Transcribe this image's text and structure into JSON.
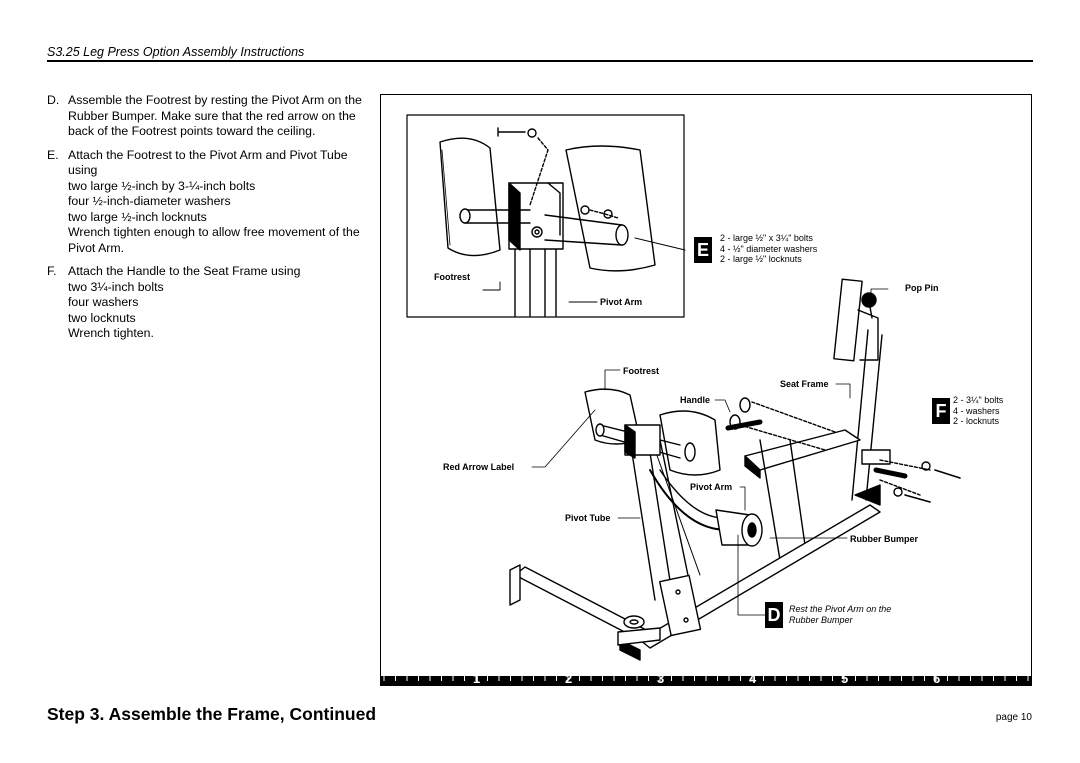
{
  "header": {
    "title": "S3.25 Leg Press Option Assembly Instructions"
  },
  "instructions": {
    "d": {
      "letter": "D.",
      "text": "Assemble the Footrest by resting the Pivot Arm on the Rubber Bumper. Make sure that the red arrow on the back of the Footrest points toward the ceiling."
    },
    "e": {
      "letter": "E.",
      "text": "Attach the Footrest to the Pivot Arm and Pivot Tube using",
      "lines": [
        "two large ½-inch by 3-¼-inch bolts",
        "four ½-inch-diameter washers",
        "two large ½-inch locknuts",
        "Wrench tighten enough to allow free movement of the Pivot Arm."
      ]
    },
    "f": {
      "letter": "F.",
      "text": "Attach the Handle to the Seat Frame using",
      "lines": [
        "two 3¼-inch bolts",
        "four washers",
        "two locknuts",
        "Wrench tighten."
      ]
    }
  },
  "diagram": {
    "inset": {
      "footrest": "Footrest",
      "pivot_arm": "Pivot Arm"
    },
    "e_badge": "E",
    "e_parts": [
      "2 - large ½\" x 3¼\" bolts",
      "4 - ½\" diameter washers",
      "2 - large ½\" locknuts"
    ],
    "f_badge": "F",
    "f_parts": [
      "2 - 3¼\" bolts",
      "4 - washers",
      "2 - locknuts"
    ],
    "d_badge": "D",
    "d_note": "Rest the Pivot Arm on the Rubber Bumper",
    "labels": {
      "pop_pin": "Pop Pin",
      "footrest": "Footrest",
      "seat_frame": "Seat Frame",
      "handle": "Handle",
      "red_arrow_label": "Red Arrow Label",
      "pivot_arm": "Pivot Arm",
      "pivot_tube": "Pivot Tube",
      "rubber_bumper": "Rubber Bumper"
    },
    "ruler": [
      "1",
      "2",
      "3",
      "4",
      "5",
      "6"
    ]
  },
  "footer": {
    "title": "Step 3. Assemble the Frame, Continued",
    "page": "page 10"
  }
}
